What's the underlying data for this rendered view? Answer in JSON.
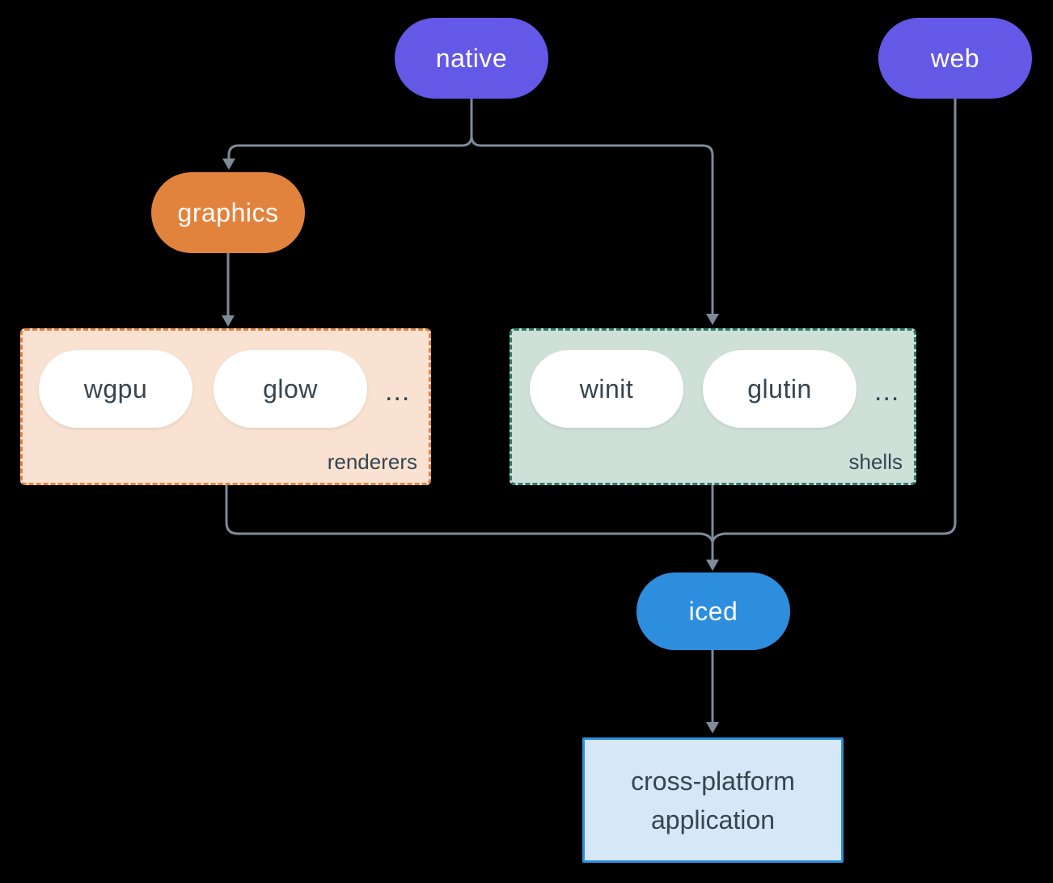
{
  "diagram": {
    "background_color": "#000000",
    "connector_color": "#7e8b99",
    "text_dark_color": "#36454f",
    "nodes": {
      "native": {
        "label": "native",
        "color": "#6458e6"
      },
      "web": {
        "label": "web",
        "color": "#6458e6"
      },
      "graphics": {
        "label": "graphics",
        "color": "#e2833d"
      },
      "iced": {
        "label": "iced",
        "color": "#2e8ede"
      },
      "app": {
        "line1": "cross-platform",
        "line2": "application",
        "fill": "#d6e8f7",
        "border": "#2e8ede"
      }
    },
    "groups": {
      "renderers": {
        "label": "renderers",
        "fill": "#f9e2d1",
        "border": "#e2833d",
        "items": [
          "wgpu",
          "glow"
        ],
        "ellipsis": "..."
      },
      "shells": {
        "label": "shells",
        "fill": "#cfe0d9",
        "border": "#2e7d6e",
        "items": [
          "winit",
          "glutin"
        ],
        "ellipsis": "..."
      }
    }
  }
}
